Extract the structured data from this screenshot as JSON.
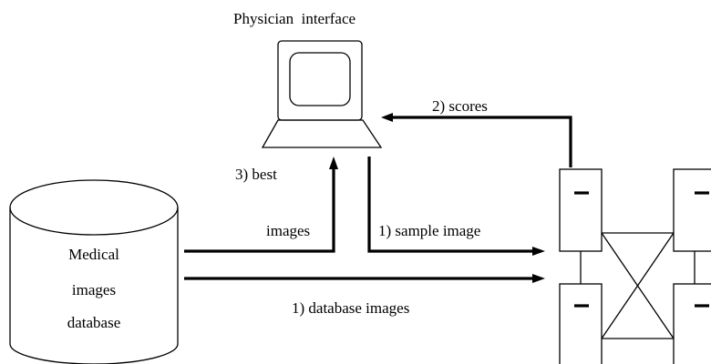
{
  "physician": {
    "label": "Physician  interface"
  },
  "database": {
    "line1": "Medical",
    "line2": "images",
    "line3": "database"
  },
  "flows": {
    "scores": "2) scores",
    "best_line1": "3) best",
    "best_line2": "images",
    "sample_image": "1) sample image",
    "database_images": "1) database images"
  },
  "colors": {
    "foreground": "#000000",
    "background": "#ffffff"
  }
}
